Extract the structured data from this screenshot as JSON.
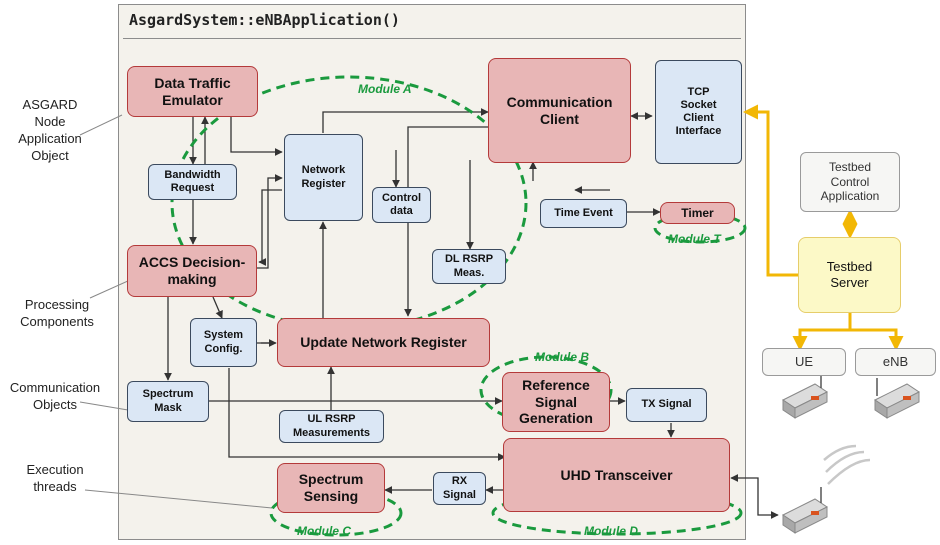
{
  "title": "AsgardSystem::eNBApplication()",
  "side_labels": {
    "asgard": "ASGARD\nNode\nApplication\nObject",
    "processing": "Processing\nComponents",
    "communication": "Communication\nObjects",
    "execution": "Execution\nthreads"
  },
  "components": {
    "data_traffic": "Data Traffic\nEmulator",
    "comm_client": "Communication\nClient",
    "acc_decision": "ACCS Decision-\nmaking",
    "update_register": "Update Network Register",
    "ref_signal": "Reference\nSignal\nGeneration",
    "uhd": "UHD Transceiver",
    "spectrum_sensing": "Spectrum\nSensing",
    "timer": "Timer"
  },
  "objects": {
    "tcp": "TCP\nSocket\nClient\nInterface",
    "bandwidth": "Bandwidth\nRequest",
    "network_register": "Network\nRegister",
    "control_data": "Control\ndata",
    "time_event": "Time Event",
    "dl_rsrp": "DL RSRP\nMeas.",
    "system_config": "System\nConfig.",
    "spectrum_mask": "Spectrum\nMask",
    "ul_rsrp": "UL RSRP\nMeasurements",
    "tx_signal": "TX Signal",
    "rx_signal": "RX\nSignal"
  },
  "modules": {
    "a": "Module A",
    "b": "Module B",
    "c": "Module C",
    "d": "Module D",
    "t": "Module T"
  },
  "testbed": {
    "control": "Testbed\nControl\nApplication",
    "server": "Testbed\nServer",
    "ue": "UE",
    "enb": "eNB"
  },
  "colors": {
    "processing_fill": "#e8b6b6",
    "object_fill": "#dbe7f5",
    "module_dash": "#1a9a3e",
    "testbed_link": "#f2b705",
    "server_fill": "#fcf9c7"
  }
}
